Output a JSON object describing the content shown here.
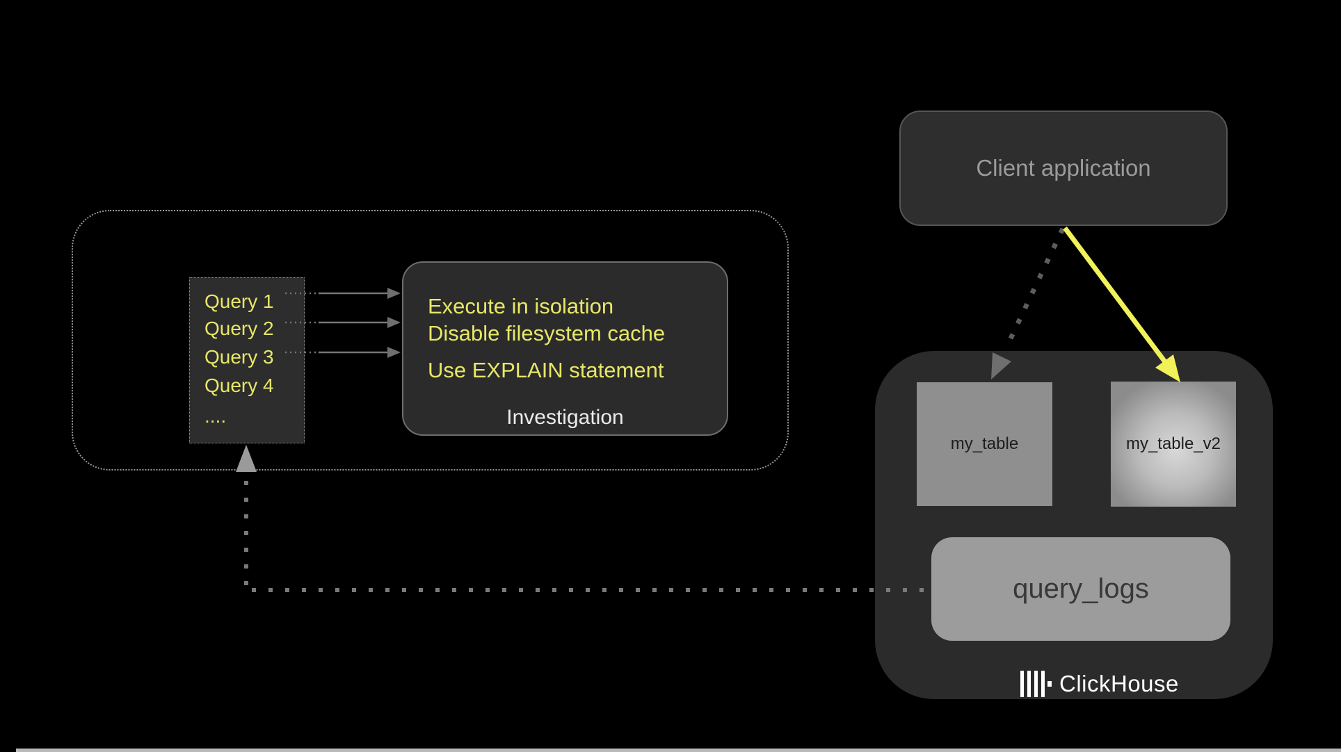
{
  "left_group": {
    "queries": [
      "Query 1",
      "Query 2",
      "Query 3",
      "Query 4",
      "...."
    ],
    "investigation": {
      "tips": [
        "Execute in isolation",
        "Disable filesystem cache",
        "Use EXPLAIN statement"
      ],
      "caption": "Investigation"
    }
  },
  "client": {
    "label": "Client application"
  },
  "clickhouse": {
    "table_left": "my_table",
    "table_right": "my_table_v2",
    "logs": "query_logs",
    "brand": "ClickHouse"
  },
  "colors": {
    "background": "#000000",
    "panel_dark": "#2b2b2b",
    "yellow_text": "#e7e768",
    "yellow_arrow": "#f1f159",
    "table_gray": "#8f8f8f",
    "logs_gray": "#9c9c9c",
    "muted_text": "#9b9b9b",
    "connector_gray": "#757575"
  }
}
